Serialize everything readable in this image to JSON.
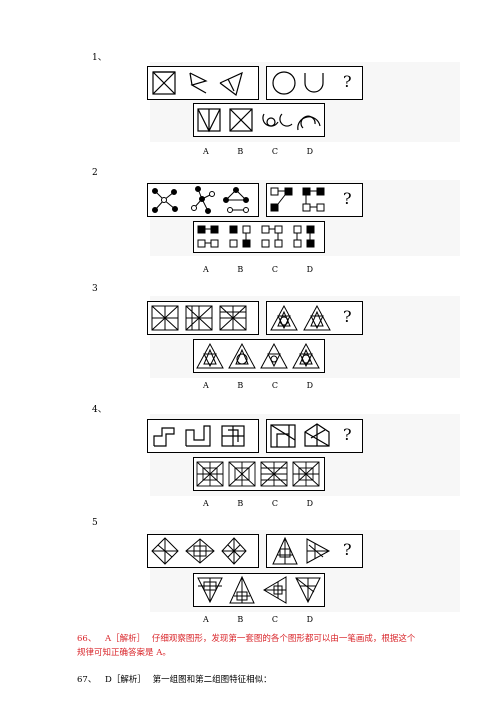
{
  "questions": [
    {
      "number": "1、",
      "question_mark": "?"
    },
    {
      "number": "2",
      "question_mark": "?"
    },
    {
      "number": "3",
      "question_mark": "?"
    },
    {
      "number": "4、",
      "question_mark": "?"
    },
    {
      "number": "5",
      "question_mark": "?"
    }
  ],
  "options": [
    "A",
    "B",
    "C",
    "D"
  ],
  "answers": [
    {
      "number": "66、",
      "answer": "A［解析］",
      "text": "仔细观察图形，发现第一套图的各个图形都可以由一笔画成，根据这个",
      "text2": "规律可知正确答案是 A。"
    },
    {
      "number": "67、",
      "answer": "D［解析］",
      "text": "第一组图和第二组图特征相似："
    }
  ],
  "colors": {
    "answer_red": "#d9262b",
    "line": "#000000"
  }
}
